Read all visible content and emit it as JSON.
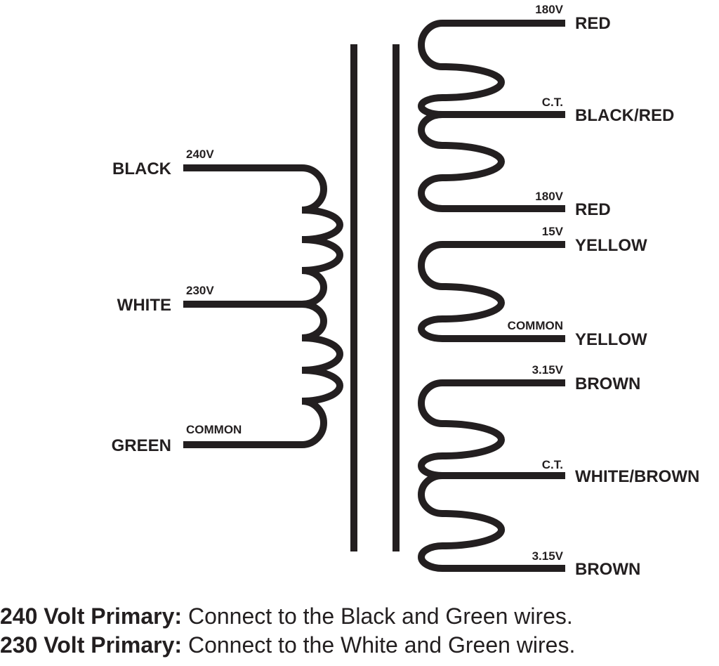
{
  "ink_color": "#231f20",
  "primary": {
    "taps": [
      {
        "wire": "BLACK",
        "voltage": "240V"
      },
      {
        "wire": "WHITE",
        "voltage": "230V"
      },
      {
        "wire": "GREEN",
        "voltage": "COMMON"
      }
    ]
  },
  "secondaries": [
    {
      "taps": [
        {
          "wire": "RED",
          "voltage": "180V"
        },
        {
          "wire": "BLACK/RED",
          "voltage": "C.T."
        },
        {
          "wire": "RED",
          "voltage": "180V"
        }
      ]
    },
    {
      "taps": [
        {
          "wire": "YELLOW",
          "voltage": "15V"
        },
        {
          "wire": "YELLOW",
          "voltage": "COMMON"
        }
      ]
    },
    {
      "taps": [
        {
          "wire": "BROWN",
          "voltage": "3.15V"
        },
        {
          "wire": "WHITE/BROWN",
          "voltage": "C.T."
        },
        {
          "wire": "BROWN",
          "voltage": "3.15V"
        }
      ]
    }
  ],
  "notes": [
    {
      "bold": "240 Volt Primary:",
      "text": " Connect to the Black and Green wires."
    },
    {
      "bold": "230 Volt Primary:",
      "text": " Connect to the White and Green wires."
    }
  ]
}
